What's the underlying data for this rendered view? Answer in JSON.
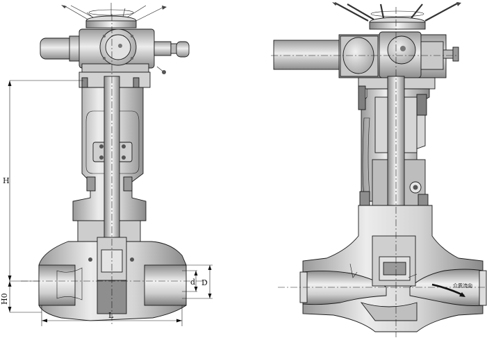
{
  "labels": {
    "H": "H",
    "H0": "H0",
    "L": "L",
    "d": "d",
    "D": "D",
    "flow": "介质流向"
  },
  "colors": {
    "metal_light": "#e6e6e6",
    "metal_mid": "#bdbdbd",
    "metal_dark": "#8f8f8f",
    "line": "#1a1a1a"
  }
}
